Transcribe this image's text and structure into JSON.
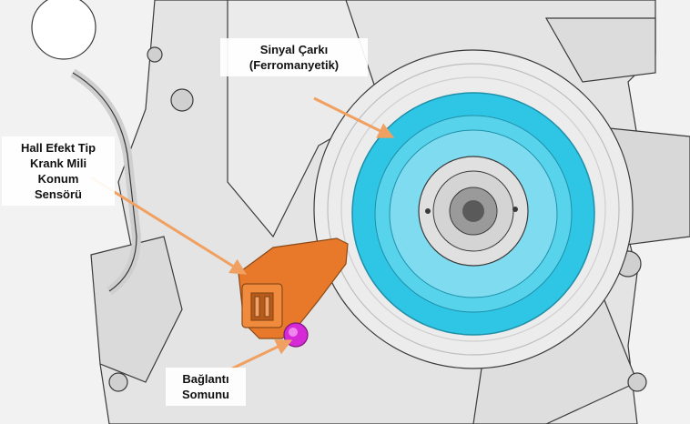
{
  "labels": {
    "signal_wheel": {
      "line1": "Sinyal Çarkı",
      "line2": "(Ferromanyetik)"
    },
    "hall_sensor": {
      "line1": "Hall Efekt Tip",
      "line2": "Krank Mili",
      "line3": "Konum",
      "line4": "Sensörü"
    },
    "nut": {
      "line1": "Bağlantı",
      "line2": "Somunu"
    }
  },
  "colors": {
    "background": "#ffffff",
    "engine_gray": "#e6e6e6",
    "engine_line": "#3a3a3a",
    "wheel_cyan": "#2fc6e6",
    "wheel_cyan_light": "#7fdcf0",
    "sensor_orange": "#e8782a",
    "nut_magenta": "#d62ad6",
    "arrow_orange": "#f0a060"
  }
}
